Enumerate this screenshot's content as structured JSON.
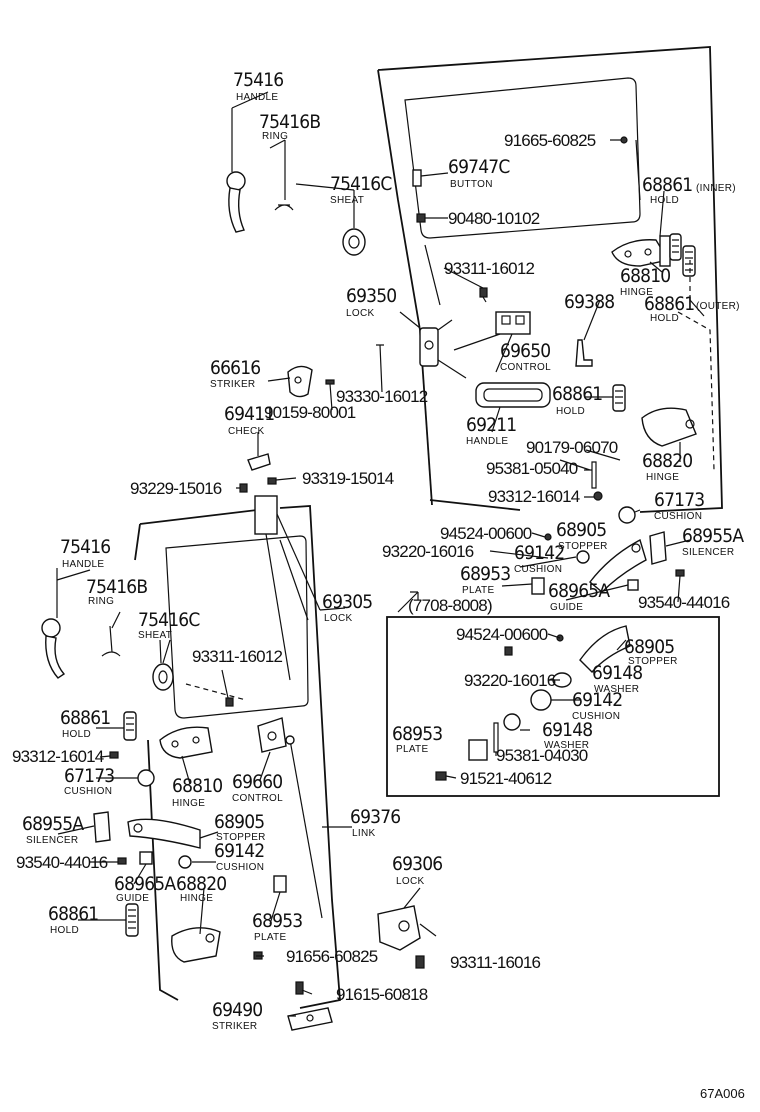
{
  "diagram_code": "67A006",
  "labels": {
    "handle_a_no": "75416",
    "handle_a_nm": "HANDLE",
    "ring_a_no": "75416B",
    "ring_a_nm": "RING",
    "sheat_a_no": "75416C",
    "sheat_a_nm": "SHEAT",
    "b91665": "91665-60825",
    "button_no": "69747C",
    "button_nm": "BUTTON",
    "b90480": "90480-10102",
    "holdin_no": "68861",
    "holdin_nm": "HOLD",
    "holdin_suf": "(INNER)",
    "b93311a": "93311-16012",
    "lock_a_no": "69350",
    "lock_a_nm": "LOCK",
    "p69388": "69388",
    "hinge_a_no": "68810",
    "hinge_a_nm": "HINGE",
    "holdout_no": "68861",
    "holdout_nm": "HOLD",
    "holdout_suf": "(OUTER)",
    "control_a_no": "69650",
    "control_a_nm": "CONTROL",
    "striker_a_no": "66616",
    "striker_a_nm": "STRIKER",
    "b93330": "93330-16012",
    "b90159": "90159-80001",
    "hold_a_no": "68861",
    "hold_a_nm": "HOLD",
    "check_no": "69411",
    "check_nm": "CHECK",
    "handle_b_no": "69211",
    "handle_b_nm": "HANDLE",
    "b90179": "90179-06070",
    "hinge_b_no": "68820",
    "hinge_b_nm": "HINGE",
    "b95381a": "95381-05040",
    "b93229": "93229-15016",
    "b93319": "93319-15014",
    "b93312a": "93312-16014",
    "cushion_a_no": "67173",
    "cushion_a_nm": "CUSHION",
    "b94524a": "94524-00600",
    "stopper_a_no": "68905",
    "stopper_a_nm": "STOPPER",
    "silencer_a_no": "68955A",
    "silencer_a_nm": "SILENCER",
    "b93220a": "93220-16016",
    "cushion_b_no": "69142",
    "cushion_b_nm": "CUSHION",
    "plate_a_no": "68953",
    "plate_a_nm": "PLATE",
    "guide_a_no": "68965A",
    "guide_a_nm": "GUIDE",
    "b93540a": "93540-44016",
    "handle_c_no": "75416",
    "handle_c_nm": "HANDLE",
    "ring_c_no": "75416B",
    "ring_c_nm": "RING",
    "lock_c_no": "69305",
    "lock_c_nm": "LOCK",
    "sheat_c_no": "75416C",
    "sheat_c_nm": "SHEAT",
    "b93311b": "93311-16012",
    "date_range": "(7708-8008)",
    "b94524b": "94524-00600",
    "stopper_b_no": "68905",
    "stopper_b_nm": "STOPPER",
    "b93220b": "93220-16016",
    "washer_a_no": "69148",
    "washer_a_nm": "WASHER",
    "cushion_c_no": "69142",
    "cushion_c_nm": "CUSHION",
    "hold_c_no": "68861",
    "hold_c_nm": "HOLD",
    "b93312b": "93312-16014",
    "cushion_d_no": "67173",
    "cushion_d_nm": "CUSHION",
    "hinge_c_no": "68810",
    "hinge_c_nm": "HINGE",
    "control_c_no": "69660",
    "control_c_nm": "CONTROL",
    "plate_b_no": "68953",
    "plate_b_nm": "PLATE",
    "washer_b_no": "69148",
    "washer_b_nm": "WASHER",
    "b95381b": "95381-04030",
    "b91521": "91521-40612",
    "link_no": "69376",
    "link_nm": "LINK",
    "silencer_c_no": "68955A",
    "silencer_c_nm": "SILENCER",
    "stopper_c_no": "68905",
    "stopper_c_nm": "STOPPER",
    "cushion_e_no": "69142",
    "cushion_e_nm": "CUSHION",
    "b93540b": "93540-44016",
    "guide_c_no": "68965A",
    "guide_c_nm": "GUIDE",
    "hinge_d_no": "68820",
    "hinge_d_nm": "HINGE",
    "lock_d_no": "69306",
    "lock_d_nm": "LOCK",
    "hold_d_no": "68861",
    "hold_d_nm": "HOLD",
    "plate_c_no": "68953",
    "plate_c_nm": "PLATE",
    "b91656": "91656-60825",
    "b93311c": "93311-16016",
    "b91615": "91615-60818",
    "striker_d_no": "69490",
    "striker_d_nm": "STRIKER"
  }
}
